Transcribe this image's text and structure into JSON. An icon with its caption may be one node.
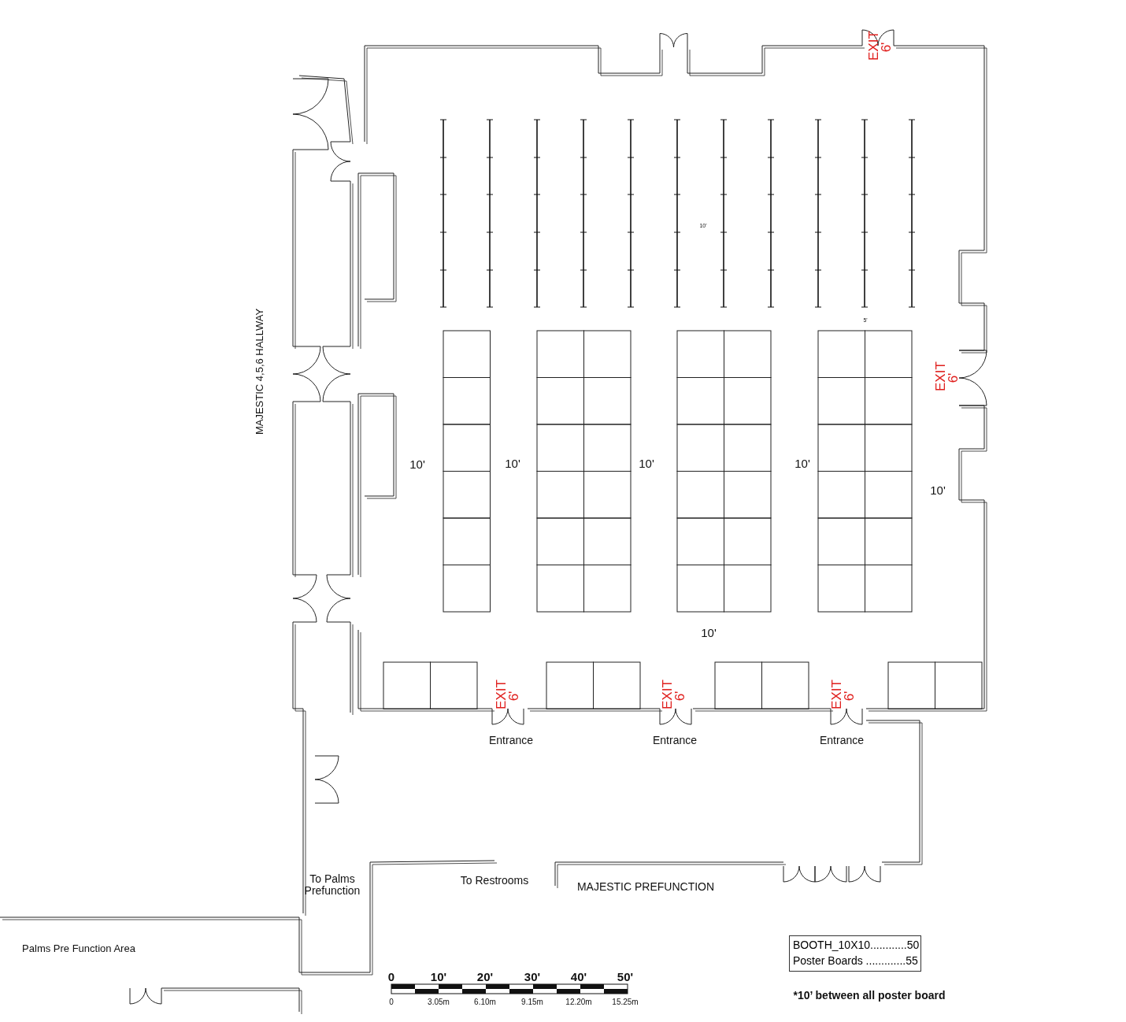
{
  "diagram": {
    "labels": [
      "EXIT 6'",
      "10'",
      "5'",
      "MAJESTIC 4,5,6 HALLWAY",
      "EXIT 6'",
      "10'",
      "10'",
      "10'",
      "10'",
      "10'",
      "10'",
      "EXIT 6'",
      "EXIT 6'",
      "EXIT 6'",
      "Entrance",
      "Entrance",
      "Entrance",
      "To Palms Prefunction",
      "To Restrooms",
      "MAJESTIC PREFUNCTION",
      "Palms Pre Function Area",
      "BOOTH_10X10............50",
      "Poster Boards  .............55",
      "0",
      "10'",
      "20'",
      "30'",
      "40'",
      "50'",
      "0",
      "3.05m",
      "6.10m",
      "9.15m",
      "12.20m",
      "15.25m",
      "*10’ between all poster board"
    ]
  }
}
